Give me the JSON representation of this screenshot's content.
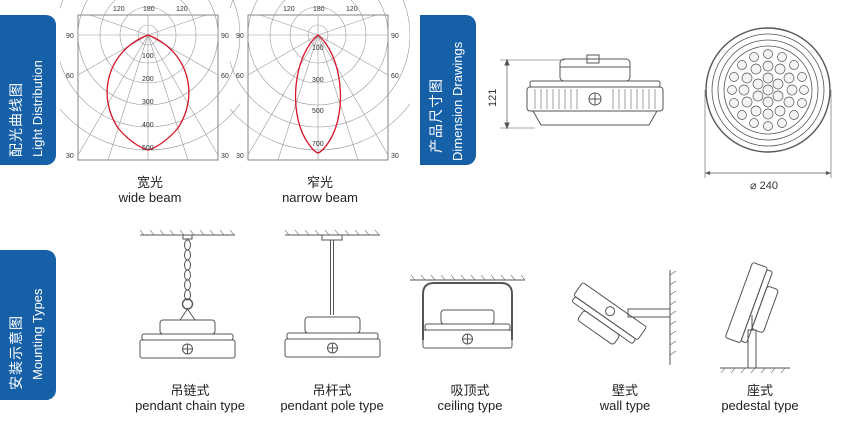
{
  "sections": {
    "light_distribution": {
      "cn": "配光曲线图",
      "en": "Light Distribution"
    },
    "dimension_drawings": {
      "cn": "产品尺寸图",
      "en": "Dimension Drawings"
    },
    "mounting_types": {
      "cn": "安装示意图",
      "en": "Mounting Types"
    }
  },
  "polar_wide": {
    "top_labels": [
      "120",
      "180",
      "120"
    ],
    "side_labels": [
      "90",
      "60",
      "30"
    ],
    "ring_labels": [
      "100",
      "200",
      "300",
      "400",
      "500"
    ],
    "caption_cn": "宽光",
    "caption_en": "wide beam"
  },
  "polar_narrow": {
    "top_labels": [
      "120",
      "180",
      "120"
    ],
    "side_labels": [
      "90",
      "60",
      "30"
    ],
    "ring_labels": [
      "100",
      "300",
      "500",
      "700"
    ],
    "caption_cn": "窄光",
    "caption_en": "narrow beam"
  },
  "dimensions": {
    "height": "121",
    "diameter": "⌀ 240"
  },
  "mounting": [
    {
      "cn": "吊链式",
      "en": "pendant chain type"
    },
    {
      "cn": "吊杆式",
      "en": "pendant pole type"
    },
    {
      "cn": "吸顶式",
      "en": "ceiling type"
    },
    {
      "cn": "壁式",
      "en": "wall type"
    },
    {
      "cn": "座式",
      "en": "pedestal type"
    }
  ],
  "colors": {
    "tab_blue": "#1660a8",
    "curve_red": "#d9142a",
    "line_gray": "#555555"
  }
}
